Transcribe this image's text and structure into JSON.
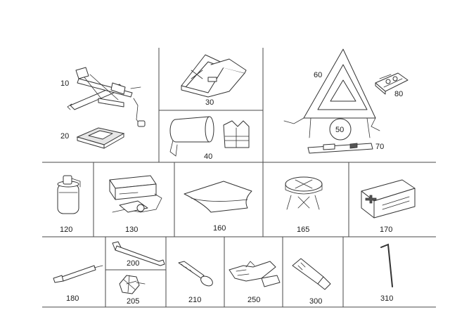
{
  "labels": {
    "p10": "10",
    "p20": "20",
    "p30": "30",
    "p40": "40",
    "p50": "50",
    "p60": "60",
    "p70": "70",
    "p80": "80",
    "p120": "120",
    "p130": "130",
    "p160": "160",
    "p165": "165",
    "p170": "170",
    "p180": "180",
    "p200": "200",
    "p205": "205",
    "p210": "210",
    "p250": "250",
    "p300": "300",
    "p310": "310"
  },
  "icons": {
    "p10": "scissor-jack-icon",
    "p20": "jack-base-plate-icon",
    "p30": "wheel-chock-icon",
    "p40": "pouch-and-safety-vest-icon",
    "p50": "warning-lamp-icon",
    "p60": "warning-triangle-icon",
    "p70": "warning-light-bar-icon",
    "p80": "tow-hook-adapter-icon",
    "p120": "fire-extinguisher-icon",
    "p130": "tire-inflation-compressor-icon",
    "p160": "cloth-mat-icon",
    "p165": "folding-stool-icon",
    "p170": "first-aid-kit-icon",
    "p180": "screwdriver-icon",
    "p200": "wheel-wrench-icon",
    "p205": "wheel-bolt-tool-icon",
    "p210": "towing-eye-icon",
    "p250": "gloves-icon",
    "p300": "flashlight-icon",
    "p310": "allen-key-icon"
  }
}
